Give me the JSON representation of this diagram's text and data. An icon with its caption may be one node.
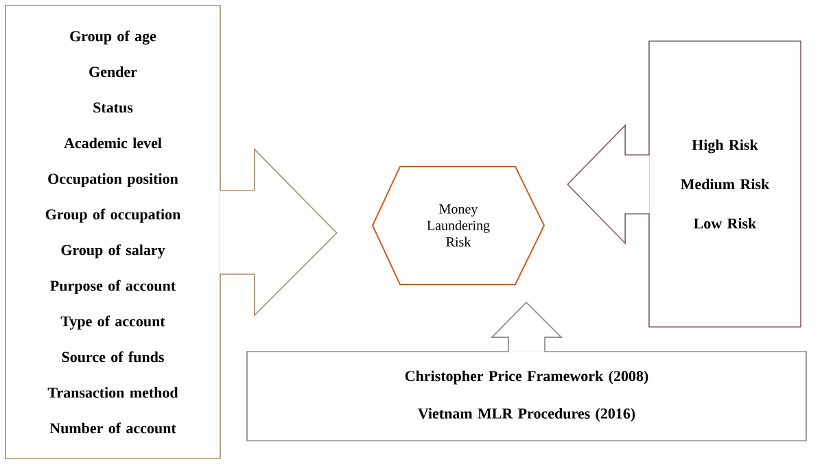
{
  "diagram": {
    "nodes": [
      {
        "text": [
          "Group of age",
          "Gender",
          "Status",
          "Academic level",
          "Occupation position",
          "Group of occupation",
          "Group of salary",
          "Purpose of account",
          "Type of account",
          "Source of funds",
          "Transaction method",
          "Number of account"
        ]
      },
      {
        "text": [
          "Money Laundering Risk"
        ]
      },
      {
        "text": [
          "High Risk",
          "Medium Risk",
          "Low Risk"
        ]
      },
      {
        "text": [
          "Christopher Price Framework (2008)",
          "Vietnam MLR Procedures (2016)"
        ]
      }
    ],
    "edges": [
      {
        "from": 0,
        "to": 1,
        "arrow": "to",
        "color": "#a8926f"
      },
      {
        "from": 2,
        "to": 1,
        "arrow": "to",
        "color": "#8c6468"
      },
      {
        "from": 3,
        "to": 1,
        "arrow": "to",
        "color": "#928a93"
      }
    ]
  }
}
